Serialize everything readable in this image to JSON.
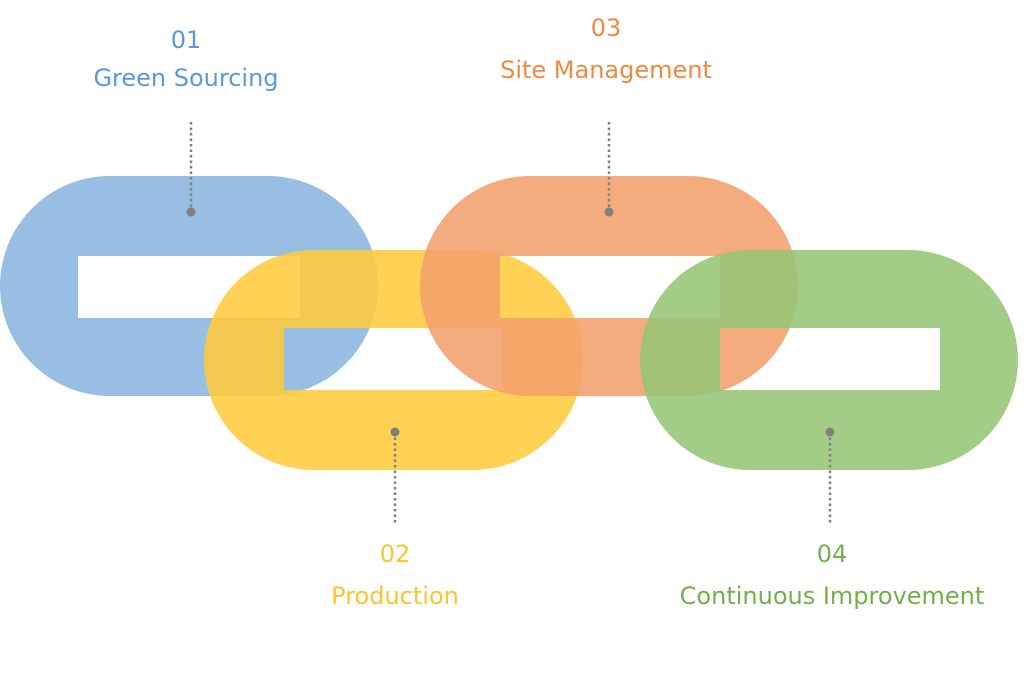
{
  "items": [
    {
      "number": "01",
      "title": "Green Sourcing",
      "color": "#8BB5DF"
    },
    {
      "number": "02",
      "title": "Production",
      "color": "#FFCB3C"
    },
    {
      "number": "03",
      "title": "Site Management",
      "color": "#F2A06C"
    },
    {
      "number": "04",
      "title": "Continuous Improvement",
      "color": "#96C676"
    }
  ],
  "text_colors": [
    "#5A9AD6",
    "#FBC52E",
    "#EE8A43",
    "#74B04A"
  ],
  "connector_color": "#808080"
}
